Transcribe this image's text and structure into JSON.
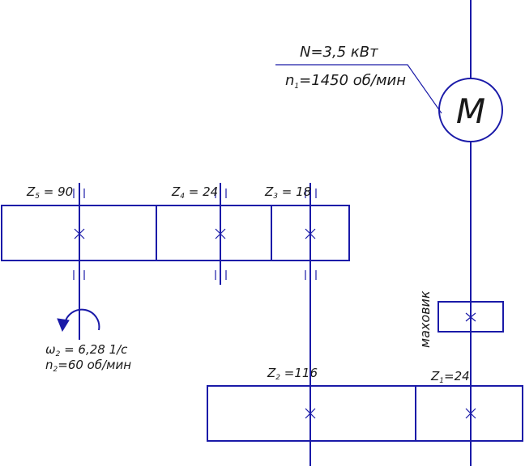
{
  "colors": {
    "line": "#1a1aa8",
    "text": "#1a1a1a",
    "background": "#ffffff"
  },
  "motor": {
    "symbol": "M",
    "power": {
      "sym": "N",
      "value": "=3,5 кВт"
    },
    "speed": {
      "sym": "n",
      "sub": "1",
      "value": "=1450 об/мин"
    }
  },
  "flywheel": {
    "label": "маховик"
  },
  "gears": {
    "z1": {
      "sym": "Z",
      "sub": "1",
      "value": "=24"
    },
    "z2": {
      "sym": "Z",
      "sub": "2",
      "value": " =116"
    },
    "z3": {
      "sym": "Z",
      "sub": "3",
      "value": " = 18"
    },
    "z4": {
      "sym": "Z",
      "sub": "4",
      "value": " = 24"
    },
    "z5": {
      "sym": "Z",
      "sub": "5",
      "value": " = 90"
    }
  },
  "output": {
    "omega": {
      "sym": "ω",
      "sub": "2",
      "value": " = 6,28 1/c"
    },
    "speed": {
      "sym": "n",
      "sub": "2",
      "value": "=60 об/мин"
    }
  }
}
